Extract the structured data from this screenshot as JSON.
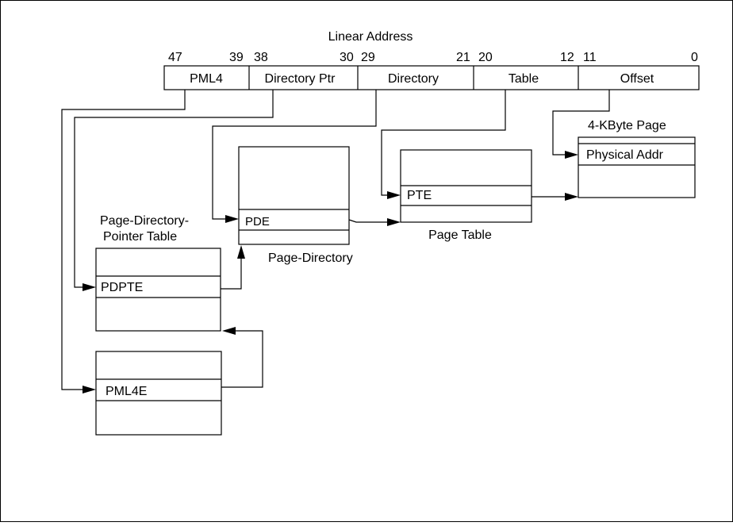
{
  "title": "Linear Address",
  "bits": [
    "47",
    "39",
    "38",
    "30",
    "29",
    "21",
    "20",
    "12",
    "11",
    "0"
  ],
  "fields": {
    "pml4": "PML4",
    "directory_ptr": "Directory Ptr",
    "directory": "Directory",
    "table": "Table",
    "offset": "Offset"
  },
  "page": {
    "caption": "4-KByte Page",
    "entry": "Physical Addr"
  },
  "page_table": {
    "caption": "Page Table",
    "entry": "PTE"
  },
  "page_directory": {
    "caption": "Page-Directory",
    "entry": "PDE"
  },
  "pdpt": {
    "caption_line1": "Page-Directory-",
    "caption_line2": "Pointer Table",
    "entry": "PDPTE"
  },
  "pml4_table": {
    "entry": "PML4E"
  }
}
